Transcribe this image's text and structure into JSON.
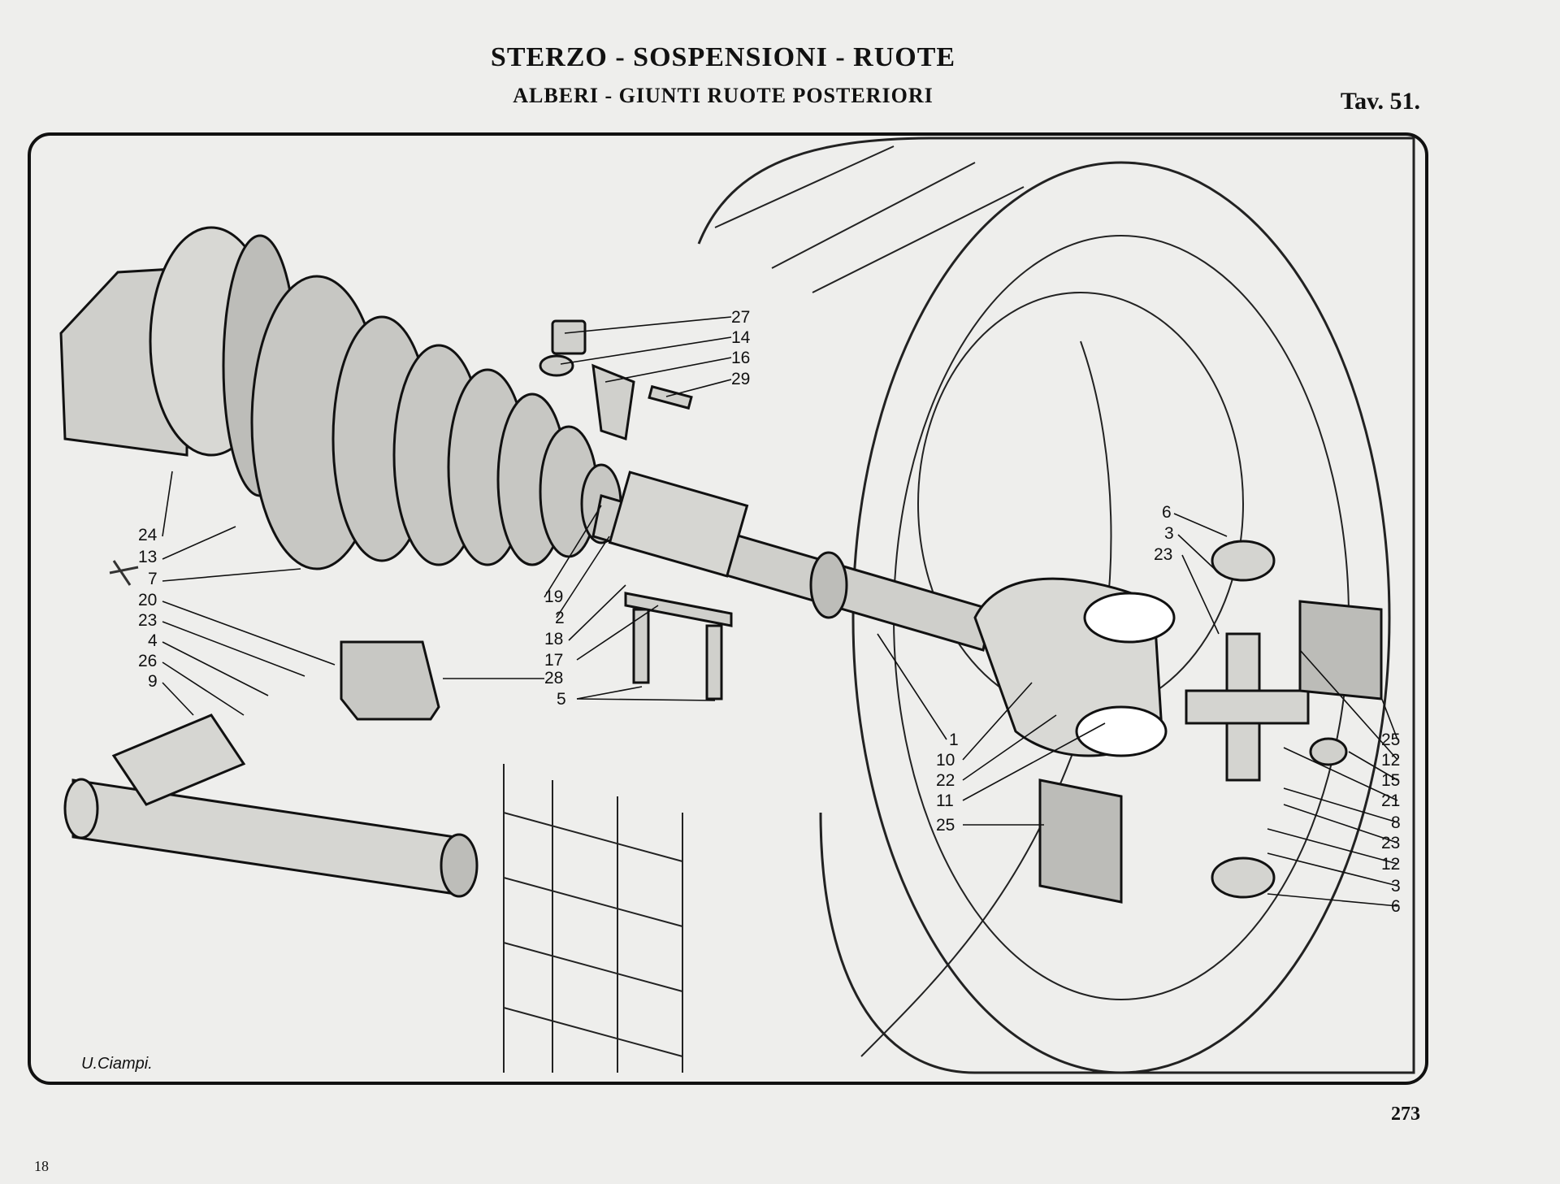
{
  "header": {
    "title": "STERZO - SOSPENSIONI - RUOTE",
    "subtitle": "ALBERI - GIUNTI RUOTE POSTERIORI",
    "plate_number": "Tav. 51."
  },
  "footer": {
    "page_number": "273",
    "corner_number": "18",
    "signature": "U.Ciampi."
  },
  "callouts": {
    "upper_group": [
      "27",
      "14",
      "16",
      "29"
    ],
    "left_group_a": [
      "24",
      "13",
      "7"
    ],
    "left_group_b": [
      "20",
      "23",
      "4",
      "26",
      "9"
    ],
    "center_group": [
      "28",
      "19",
      "2",
      "18",
      "17",
      "5"
    ],
    "shaft_group": [
      "1",
      "10",
      "22",
      "11",
      "25"
    ],
    "right_group_top": [
      "6",
      "3",
      "23"
    ],
    "right_group_side": [
      "25",
      "12",
      "15",
      "21",
      "8",
      "23",
      "12",
      "3",
      "6"
    ]
  }
}
